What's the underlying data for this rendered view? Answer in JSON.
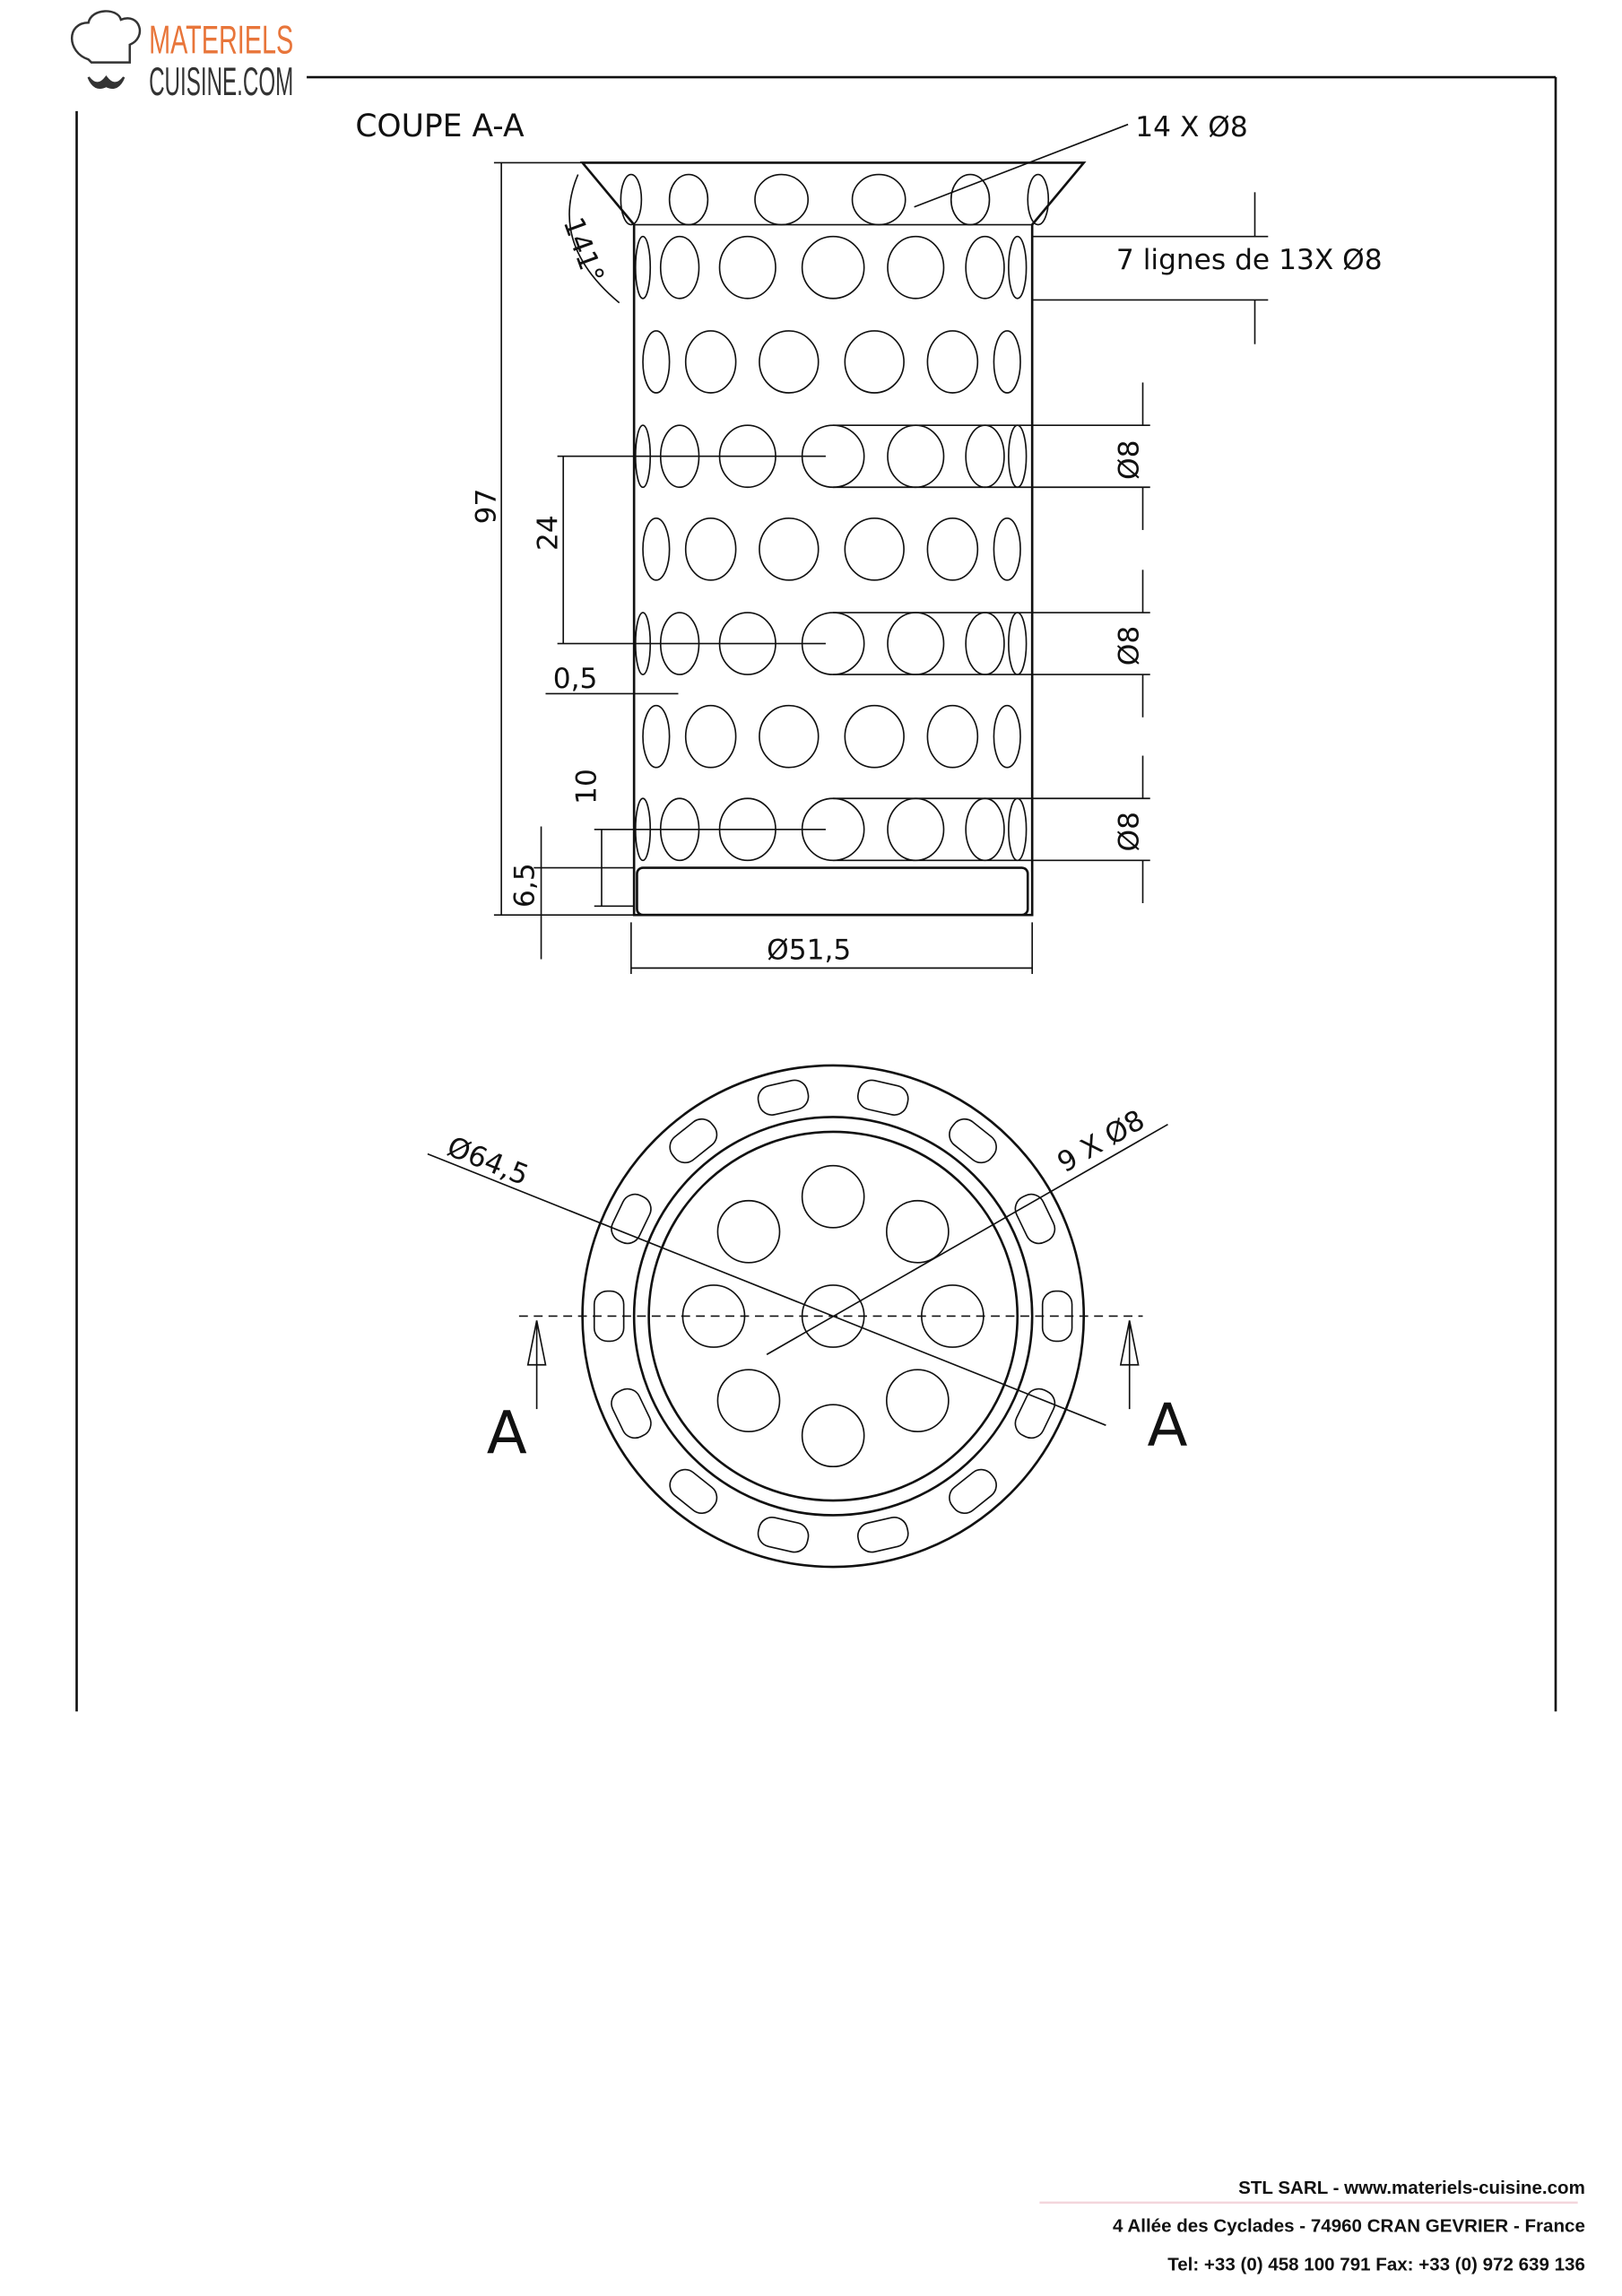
{
  "logo": {
    "line1": "MATERIELS",
    "line2": "CUISINE.COM",
    "colors": {
      "accent": "#e8753a",
      "dark": "#333333"
    }
  },
  "drawing": {
    "section_title": "COUPE A-A",
    "annotations": {
      "flare_holes": "14 X Ø8",
      "rows": "7 lignes de 13X  Ø8",
      "angle": "141°",
      "height": "97",
      "pitch": "24",
      "thickness": "0,5",
      "bottom_offset": "10",
      "base_height": "6,5",
      "diameter": "Ø51,5",
      "hole_diameter": "Ø8",
      "top_diameter": "Ø64,5",
      "bottom_holes": "9 X Ø8",
      "section_mark": "A"
    }
  },
  "footer": {
    "line1": "STL SARL - www.materiels-cuisine.com",
    "line2": "4 Allée des Cyclades - 74960 CRAN GEVRIER - France",
    "line3": "Tel: +33 (0) 458 100 791 Fax: +33 (0) 972 639 136"
  }
}
